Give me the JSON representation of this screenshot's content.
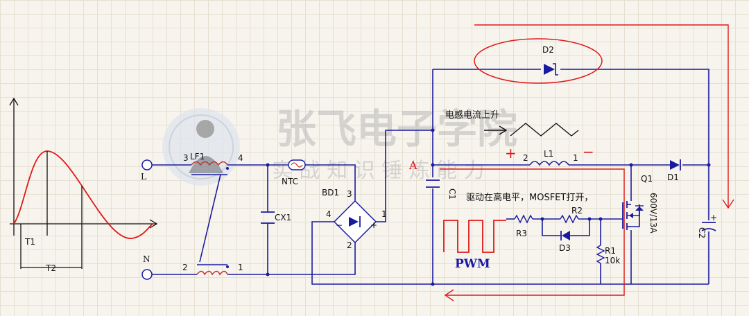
{
  "watermark": {
    "title": "张飞电子学院",
    "subtitle": "实 战 知 识 锤 炼 能 力"
  },
  "waveform": {
    "labels": {
      "t1": "T1",
      "t2": "T2"
    }
  },
  "terminals": {
    "live": "L",
    "neutral": "N"
  },
  "components": {
    "lf1": "LF1",
    "lf1_pin3": "3",
    "lf1_pin4": "4",
    "lf1_pin2": "2",
    "lf1_pin1": "1",
    "ntc": "NTC",
    "cx1": "CX1",
    "bd1": "BD1",
    "bd1_pin1": "1",
    "bd1_pin2": "2",
    "bd1_pin3": "3",
    "bd1_pin4": "4",
    "c1": "C1",
    "l1": "L1",
    "l1_pin2": "2",
    "l1_pin1": "1",
    "d1": "D1",
    "d2": "D2",
    "d3": "D3",
    "q1": "Q1",
    "q1_rating": "600V/13A",
    "r1": "R1",
    "r1_value": "10k",
    "r2": "R2",
    "r3": "R3",
    "c2": "C2"
  },
  "annotations": {
    "node_a": "A",
    "inductor_current_rising": "电感电流上升",
    "drive_high": "驱动在高电平，MOSFET打开，",
    "pwm": "PWM",
    "plus": "+",
    "minus": "−"
  },
  "colors": {
    "wire": "#1a1aa0",
    "annotation": "#e01818",
    "trace": "#111111"
  }
}
